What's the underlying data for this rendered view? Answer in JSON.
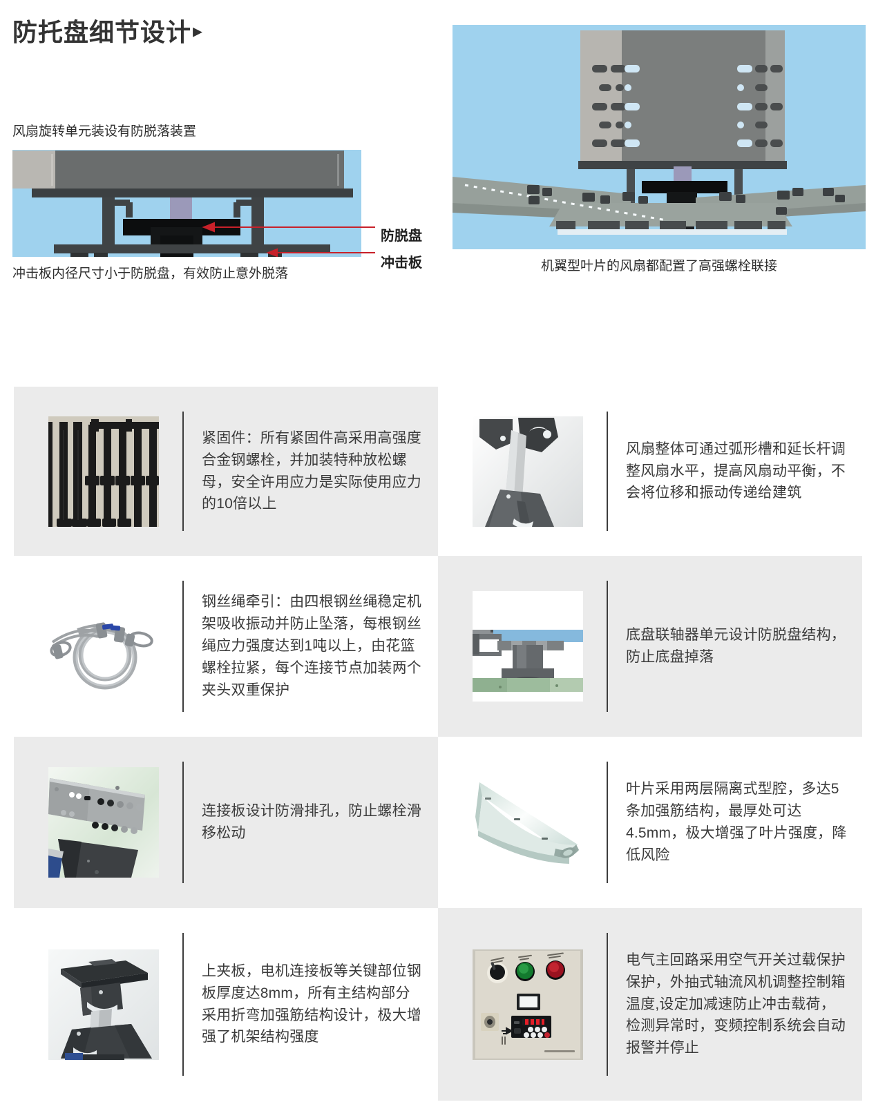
{
  "header": {
    "title": "防托盘细节设计",
    "arrow_icon": "play-triangle-right-icon"
  },
  "colors": {
    "title": "#333333",
    "body_text": "#3b3b3b",
    "callout_red": "#c8212a",
    "cell_shade": "#ebebeb",
    "cell_plain": "#ffffff",
    "divider": "#3d3d3d"
  },
  "top_blocks": {
    "left": {
      "label": "风扇旋转单元装设有防脱落装置",
      "caption": "冲击板内径尺寸小于防脱盘，有效防止意外脱落",
      "callouts": [
        {
          "label": "防脱盘"
        },
        {
          "label": "冲击板"
        }
      ]
    },
    "right": {
      "caption": "机翼型叶片的风扇都配置了高强螺栓联接"
    }
  },
  "features": [
    {
      "thumb": "hex-bolts-photo",
      "shade": true,
      "text": "紧固件：所有紧固件高采用高强度合金钢螺栓，并加装特种放松螺母，安全许用应力是实际使用应力的10倍以上"
    },
    {
      "thumb": "fan-bracket-arm-render",
      "shade": false,
      "text": "风扇整体可通过弧形槽和延长杆调整风扇水平，提高风扇动平衡，不会将位移和振动传递给建筑"
    },
    {
      "thumb": "steel-wire-rope-photo",
      "shade": false,
      "text": "钢丝绳牵引：由四根钢丝绳稳定机架吸收振动并防止坠落，每根钢丝绳应力强度达到1吨以上，由花篮螺栓拉紧，每个连接节点加装两个夹头双重保护"
    },
    {
      "thumb": "chassis-coupling-render",
      "shade": true,
      "text": "底盘联轴器单元设计防脱盘结构，防止底盘掉落"
    },
    {
      "thumb": "connection-plate-render",
      "shade": true,
      "text": "连接板设计防滑排孔，防止螺栓滑移松动"
    },
    {
      "thumb": "fan-blade-profile-render",
      "shade": false,
      "text": "叶片采用两层隔离式型腔，多达5条加强筋结构，最厚处可达4.5mm，极大增强了叶片强度，降低风险"
    },
    {
      "thumb": "upper-clamp-plate-render",
      "shade": false,
      "text": "上夹板，电机连接板等关键部位钢板厚度达8mm，所有主结构部分采用折弯加强筋结构设计，极大增强了机架结构强度"
    },
    {
      "thumb": "electrical-control-box-photo",
      "shade": true,
      "text": "电气主回路采用空气开关过载保护保护，外抽式轴流风机调整控制箱温度,设定加减速防止冲击载荷，检测异常时，变频控制系统会自动报警并停止"
    }
  ]
}
